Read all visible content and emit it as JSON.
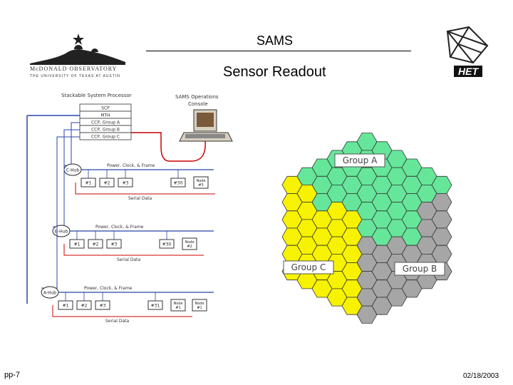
{
  "slide": {
    "title": "SAMS",
    "subtitle": "Sensor Readout",
    "footer_left": "pp-7",
    "footer_right": "02/18/2003"
  },
  "logos": {
    "observatory_line1": "McDONALD OBSERVATORY",
    "observatory_line2": "THE UNIVERSITY OF TEXAS AT AUSTIN",
    "het": "HET"
  },
  "diagram": {
    "processor_title": "Stackable System Processor",
    "processor_rows": [
      "SCP",
      "MTH",
      "CCP, Group A",
      "CCP, Group B",
      "CCP, Group C"
    ],
    "console_label_1": "SAMS Operations",
    "console_label_2": "Console",
    "hubs": [
      {
        "label": "C-Hub",
        "bus": "Power, Clock, & Frame",
        "serial": "Serial Data",
        "nodes": [
          "#1",
          "#2",
          "#3"
        ],
        "last": "#30",
        "extra": [
          "Node",
          "#3"
        ]
      },
      {
        "label": "B-Hub",
        "bus": "Power, Clock, & Frame",
        "serial": "Serial Data",
        "nodes": [
          "#1",
          "#2",
          "#3"
        ],
        "last": "#30",
        "extra": [
          "Node",
          "#2"
        ]
      },
      {
        "label": "A-Hub",
        "bus": "Power, Clock, & Frame",
        "serial": "Serial Data",
        "nodes": [
          "#1",
          "#2",
          "#3"
        ],
        "last": "#31",
        "extra": [
          "Node",
          "#1"
        ],
        "extra2": [
          "Node",
          "#1"
        ]
      }
    ]
  },
  "hex_mirror": {
    "group_a_label": "Group A",
    "group_b_label": "Group B",
    "group_c_label": "Group C",
    "colors": {
      "group_a": "#66e69a",
      "group_b": "#a6a6a6",
      "group_c": "#f7f200",
      "edge": "#333333"
    }
  }
}
